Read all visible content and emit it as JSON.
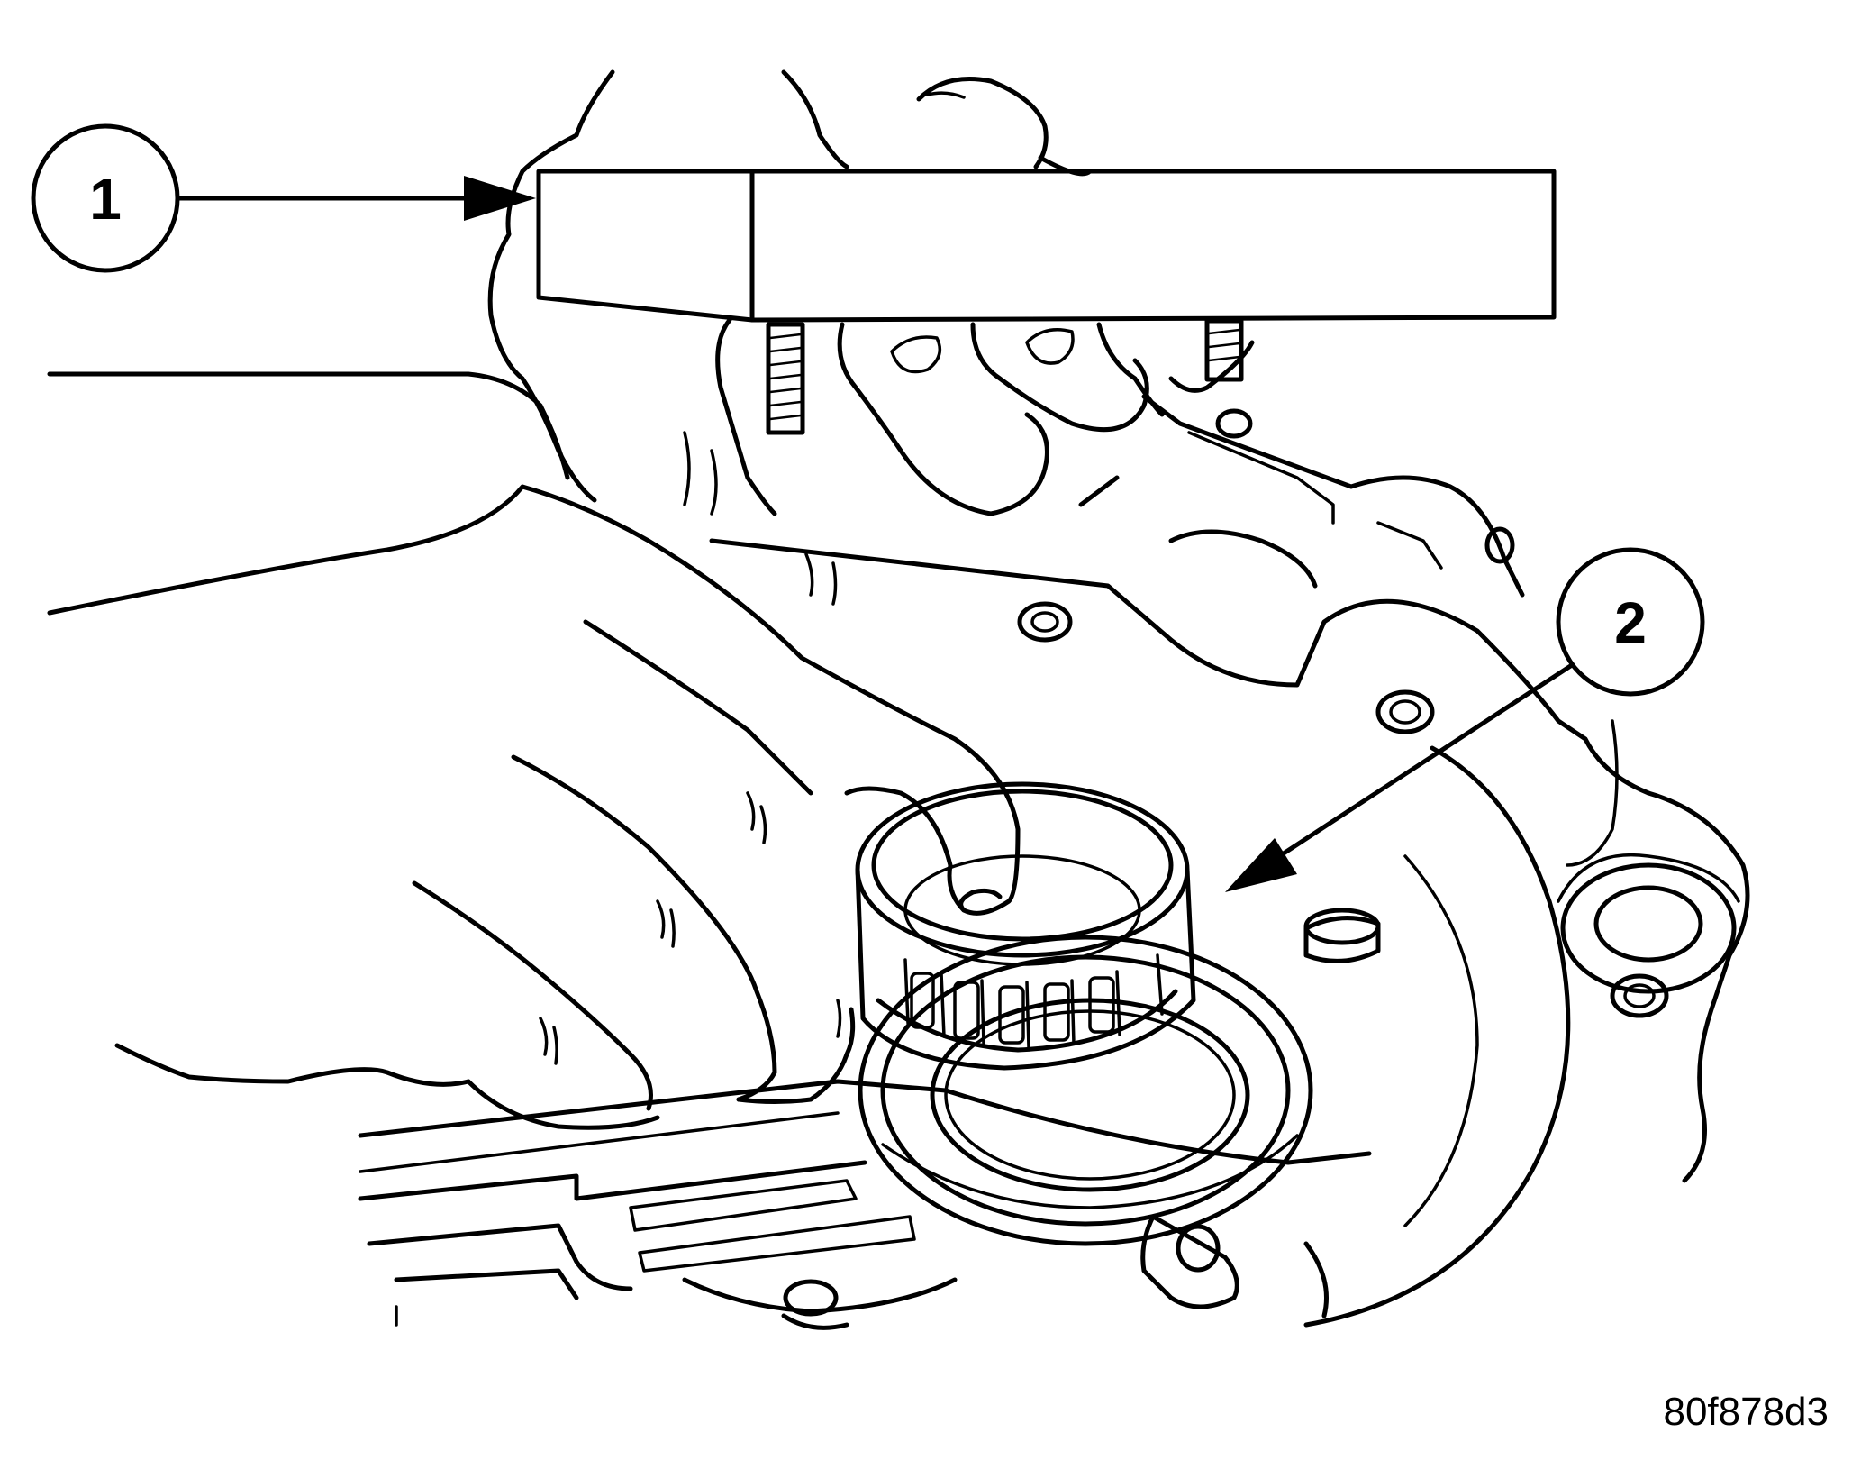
{
  "callouts": [
    {
      "number": "1",
      "target": "installer-plate-tool"
    },
    {
      "number": "2",
      "target": "bearing-cup"
    }
  ],
  "figure_id": "80f878d3",
  "colors": {
    "ink": "#000000",
    "paper": "#ffffff"
  }
}
